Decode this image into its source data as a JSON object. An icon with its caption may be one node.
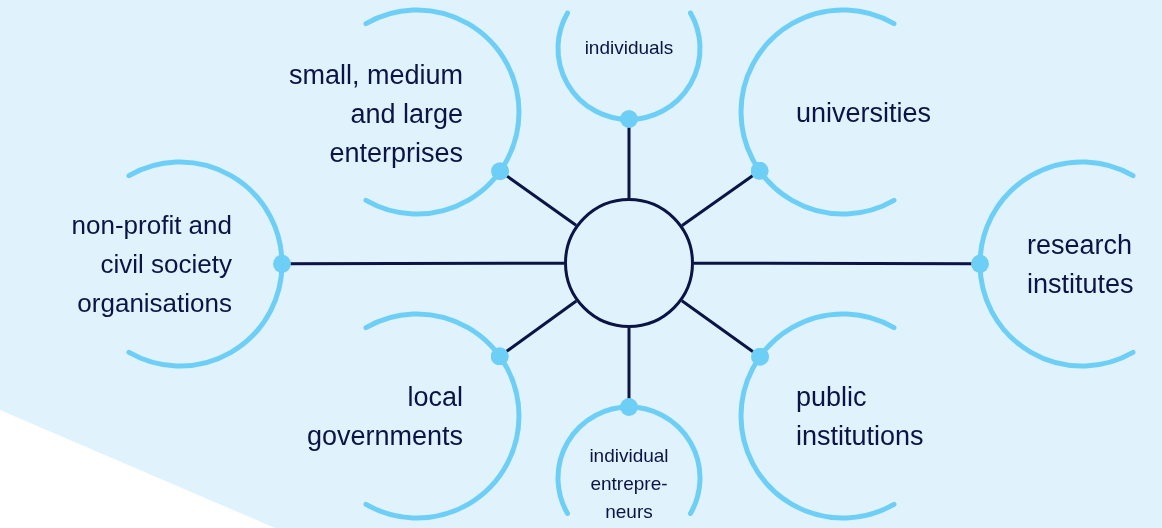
{
  "diagram": {
    "nodes": [
      {
        "text": [],
        "shape": "circle"
      },
      {
        "text": [
          "individuals"
        ]
      },
      {
        "text": [
          "small, medium and large enterprises"
        ]
      },
      {
        "text": [
          "universities"
        ]
      },
      {
        "text": [
          "non-profit and civil society organisations"
        ]
      },
      {
        "text": [
          "research institutes"
        ]
      },
      {
        "text": [
          "local governments"
        ]
      },
      {
        "text": [
          "public institutions"
        ]
      },
      {
        "text": [
          "individual entrepre- neurs"
        ]
      }
    ],
    "edges": [
      {
        "from": 0,
        "to": 1,
        "arrow": "other"
      },
      {
        "from": 0,
        "to": 2,
        "arrow": "other"
      },
      {
        "from": 0,
        "to": 3,
        "arrow": "other"
      },
      {
        "from": 0,
        "to": 4,
        "arrow": "other"
      },
      {
        "from": 0,
        "to": 5,
        "arrow": "other"
      },
      {
        "from": 0,
        "to": 6,
        "arrow": "other"
      },
      {
        "from": 0,
        "to": 7,
        "arrow": "other"
      },
      {
        "from": 0,
        "to": 8,
        "arrow": "other"
      }
    ]
  }
}
